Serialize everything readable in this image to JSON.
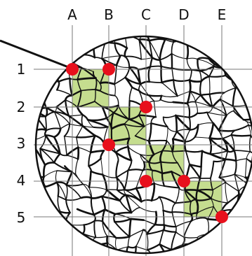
{
  "columns": [
    "A",
    "B",
    "C",
    "D",
    "E"
  ],
  "rows": [
    "1",
    "2",
    "3",
    "4",
    "5"
  ],
  "colors": {
    "highlight_fill": "#c5dd8f",
    "dot": "#e8101c",
    "ink": "#111111",
    "grid_line": "#777777"
  },
  "highlighted_cells": [
    {
      "col": "A",
      "row": "1"
    },
    {
      "col": "B",
      "row": "2"
    },
    {
      "col": "C",
      "row": "3"
    },
    {
      "col": "D",
      "row": "4"
    }
  ],
  "intersection_points": [
    {
      "col": "A",
      "row": "1"
    },
    {
      "col": "B",
      "row": "1"
    },
    {
      "col": "C",
      "row": "2"
    },
    {
      "col": "B",
      "row": "3"
    },
    {
      "col": "C",
      "row": "4"
    },
    {
      "col": "D",
      "row": "4"
    },
    {
      "col": "E",
      "row": "5"
    }
  ],
  "icons": {
    "background": "grain-microstructure-texture",
    "pointer": "pointer-line"
  }
}
